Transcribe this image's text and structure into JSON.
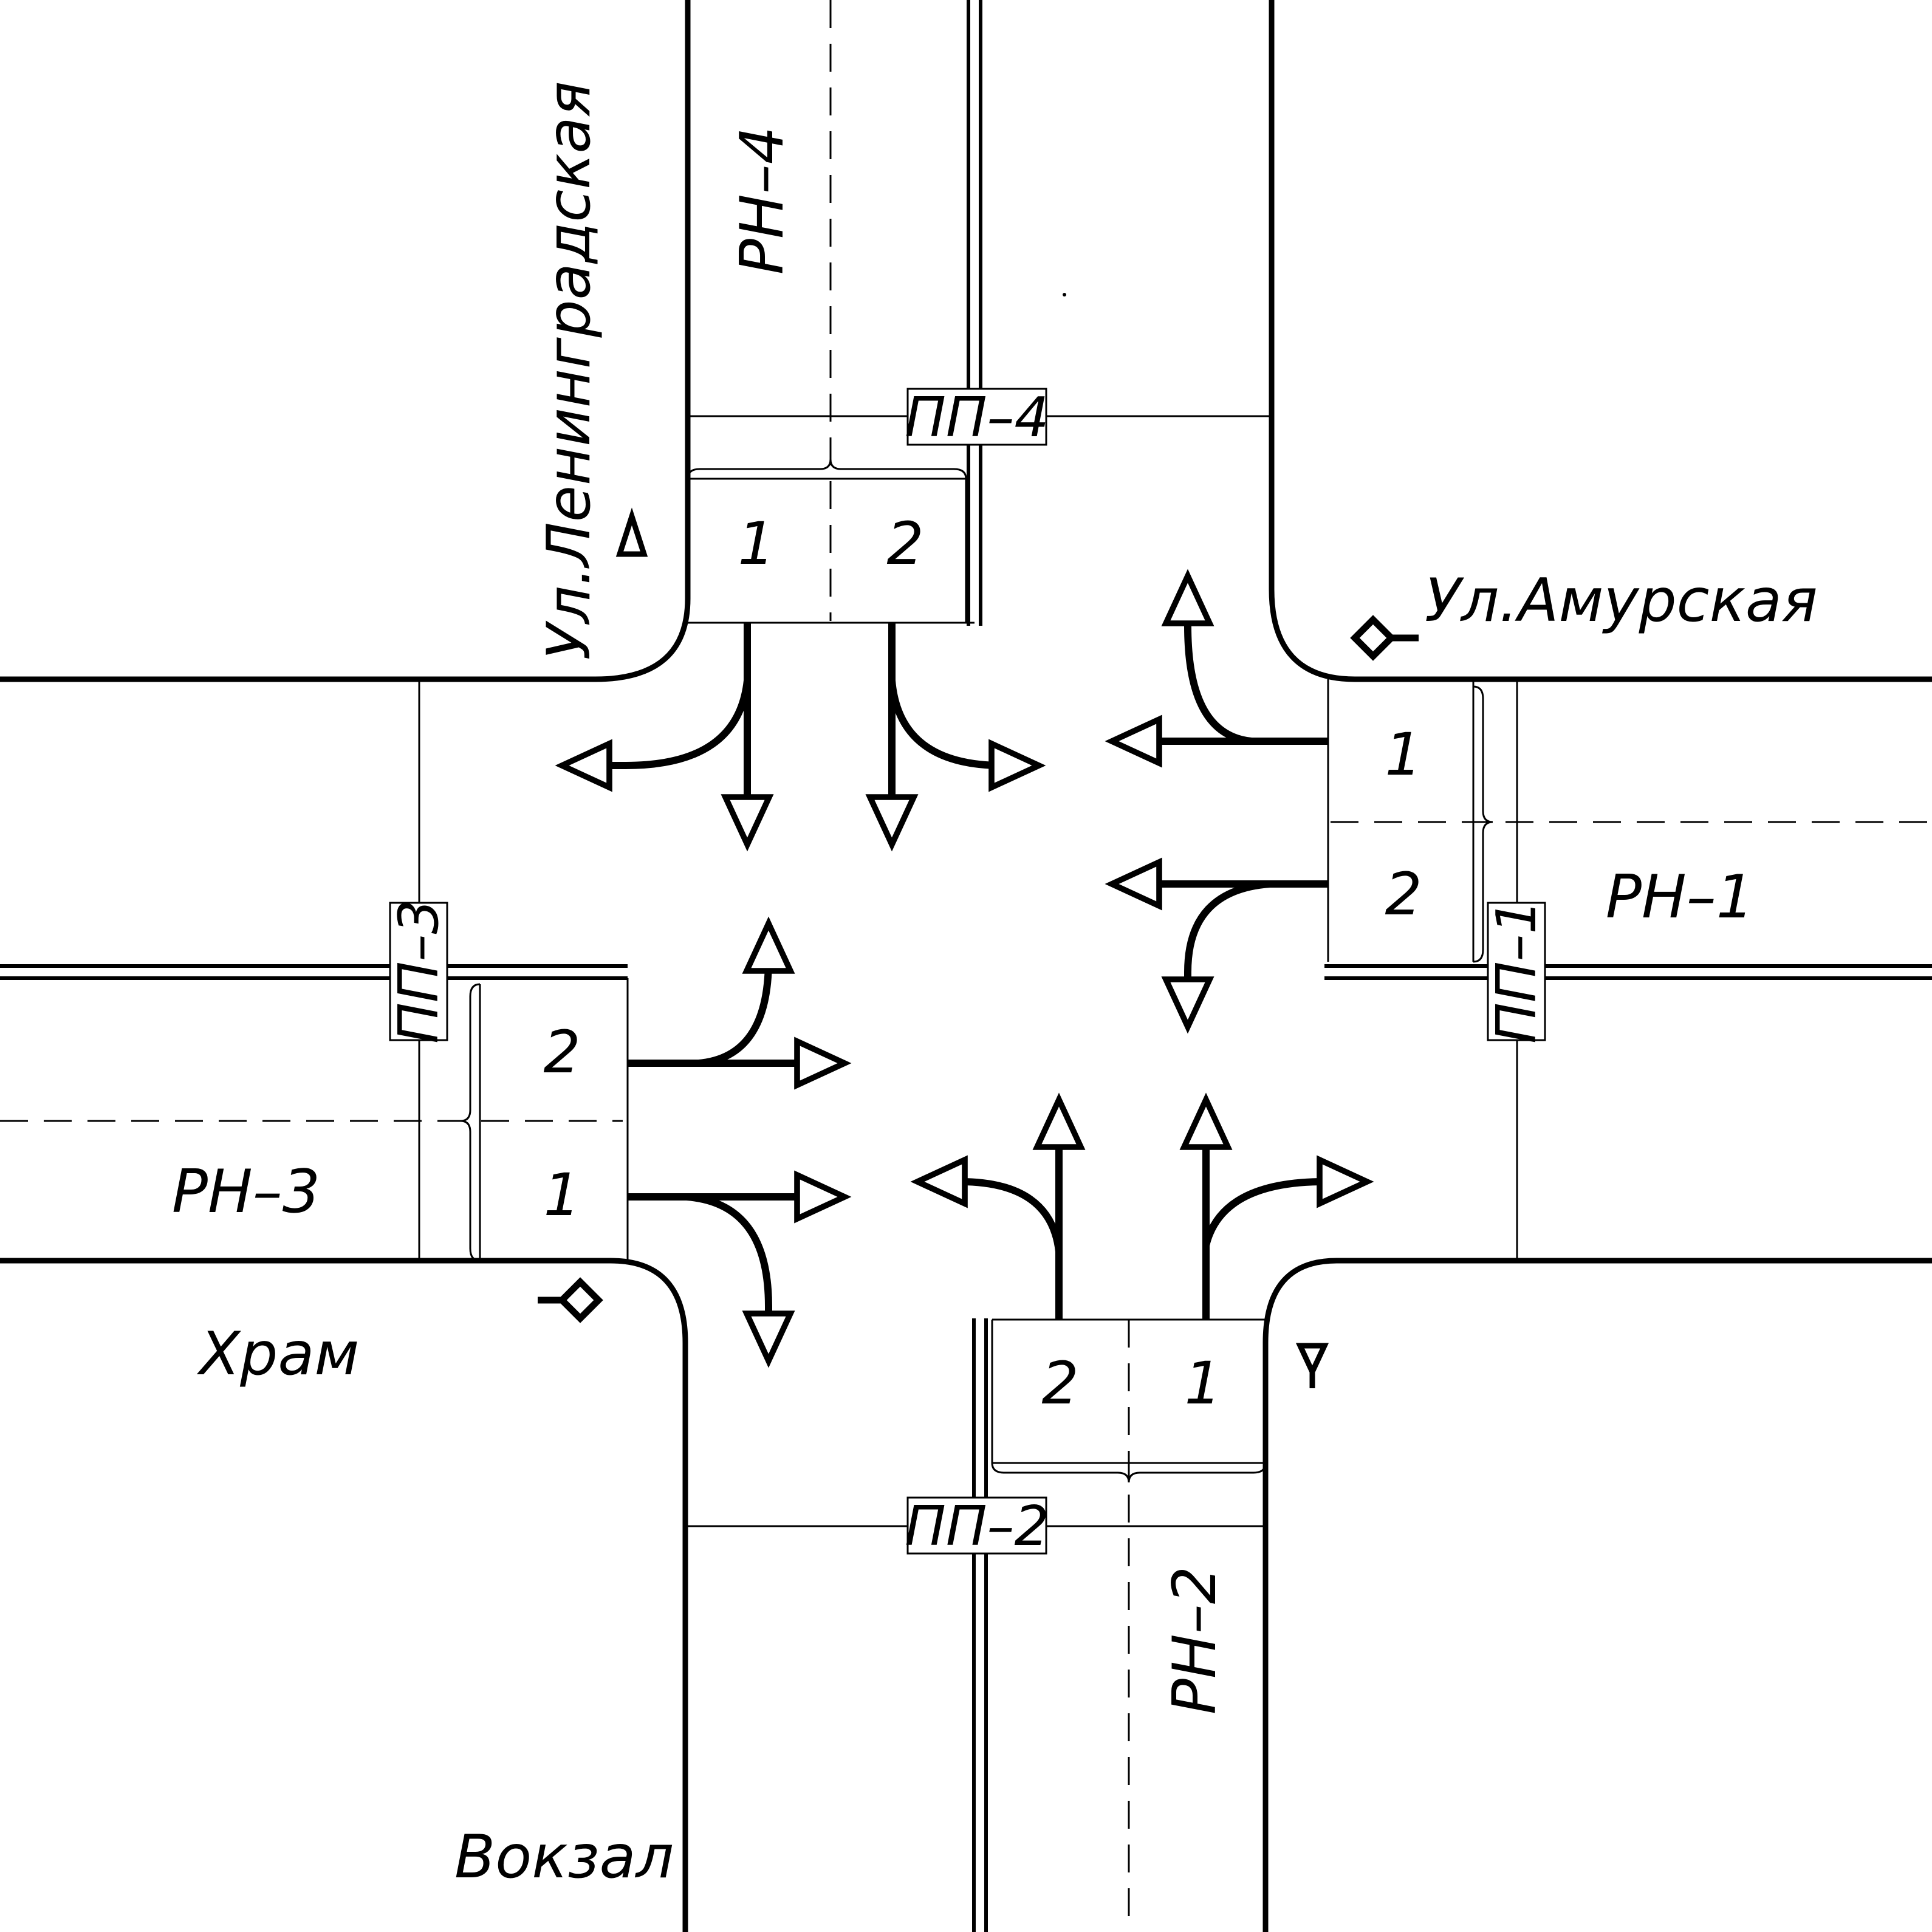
{
  "streets": {
    "vertical": "Ул.Ленинградская",
    "horizontal": "Ул.Амурская"
  },
  "places": {
    "temple": "Храм",
    "station": "Вокзал"
  },
  "directions": [
    {
      "code": "РН–1",
      "crossing": "ПП–1"
    },
    {
      "code": "РН–2",
      "crossing": "ПП–2"
    },
    {
      "code": "РН–3",
      "crossing": "ПП–3"
    },
    {
      "code": "РН–4",
      "crossing": "ПП–4"
    }
  ],
  "lanes": {
    "north": [
      "1",
      "2"
    ],
    "east": [
      "1",
      "2"
    ],
    "south": [
      "2",
      "1"
    ],
    "west": [
      "2",
      "1"
    ]
  }
}
